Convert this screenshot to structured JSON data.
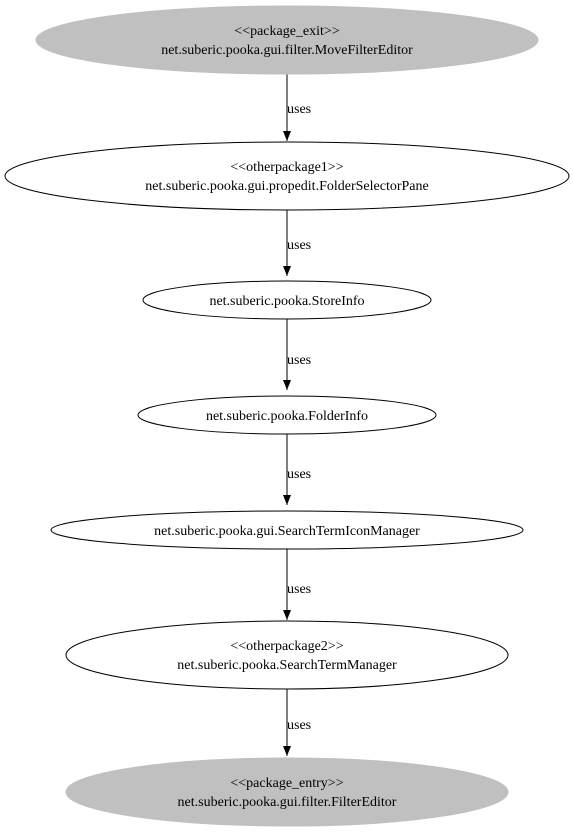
{
  "diagram": {
    "nodes": [
      {
        "id": "move-filter-editor",
        "stereotype": "<<package_exit>>",
        "label": "net.suberic.pooka.gui.filter.MoveFilterEditor",
        "filled": true
      },
      {
        "id": "folder-selector-pane",
        "stereotype": "<<otherpackage1>>",
        "label": "net.suberic.pooka.gui.propedit.FolderSelectorPane",
        "filled": false
      },
      {
        "id": "store-info",
        "stereotype": "",
        "label": "net.suberic.pooka.StoreInfo",
        "filled": false
      },
      {
        "id": "folder-info",
        "stereotype": "",
        "label": "net.suberic.pooka.FolderInfo",
        "filled": false
      },
      {
        "id": "search-term-icon-manager",
        "stereotype": "",
        "label": "net.suberic.pooka.gui.SearchTermIconManager",
        "filled": false
      },
      {
        "id": "search-term-manager",
        "stereotype": "<<otherpackage2>>",
        "label": "net.suberic.pooka.SearchTermManager",
        "filled": false
      },
      {
        "id": "filter-editor",
        "stereotype": "<<package_entry>>",
        "label": "net.suberic.pooka.gui.filter.FilterEditor",
        "filled": true
      }
    ],
    "edges": [
      {
        "from": "move-filter-editor",
        "to": "folder-selector-pane",
        "label": "uses"
      },
      {
        "from": "folder-selector-pane",
        "to": "store-info",
        "label": "uses"
      },
      {
        "from": "store-info",
        "to": "folder-info",
        "label": "uses"
      },
      {
        "from": "folder-info",
        "to": "search-term-icon-manager",
        "label": "uses"
      },
      {
        "from": "search-term-icon-manager",
        "to": "search-term-manager",
        "label": "uses"
      },
      {
        "from": "search-term-manager",
        "to": "filter-editor",
        "label": "uses"
      }
    ],
    "colors": {
      "entry_exit_fill": "#c0c0c0",
      "node_fill": "#ffffff",
      "stroke": "#000000"
    }
  }
}
